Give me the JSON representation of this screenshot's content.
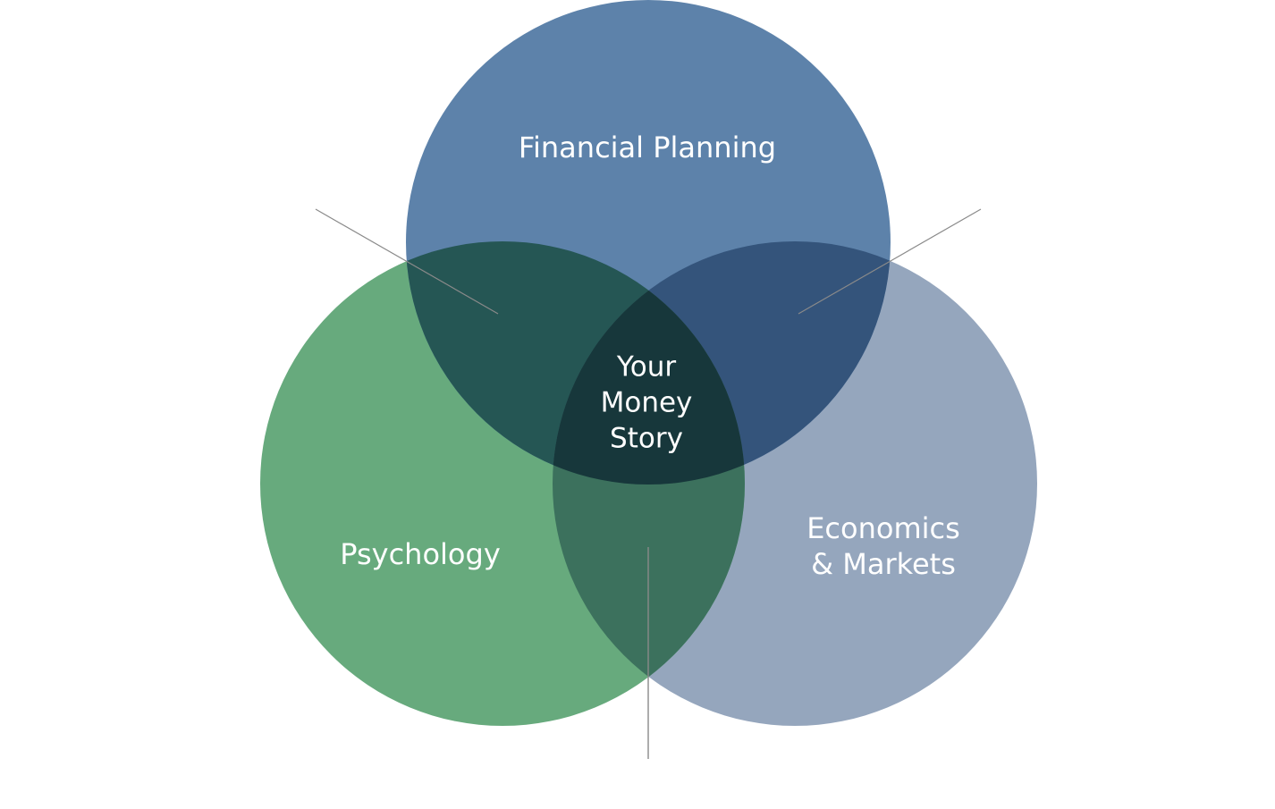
{
  "circles": {
    "financial_planning": {
      "label": "Financial Planning",
      "color": "#5d82aa"
    },
    "psychology": {
      "label": "Psychology",
      "color": "#67aa7d"
    },
    "economics": {
      "label_lines": [
        "Economics",
        "& Markets"
      ],
      "color": "#95a6bd"
    }
  },
  "overlaps": {
    "planning_psychology_color": "#255654",
    "planning_economics_color": "#34547b",
    "psychology_economics_color": "#3c715d",
    "center_color": "#17373b"
  },
  "center": {
    "label_lines": [
      "Your",
      "Money",
      "Story"
    ]
  },
  "callout_line_color": "#8a8a8a"
}
